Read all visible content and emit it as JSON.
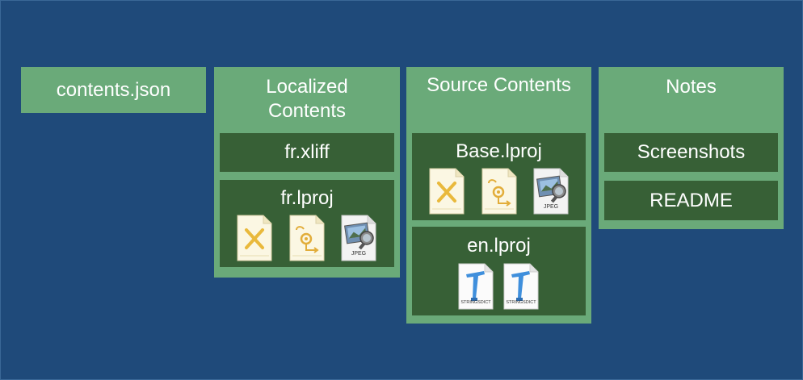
{
  "root_file": {
    "label": "contents.json"
  },
  "localized": {
    "title": "Localized Contents",
    "xliff": {
      "label": "fr.xliff"
    },
    "lproj": {
      "label": "fr.lproj",
      "jpeg_label": "JPEG"
    }
  },
  "source": {
    "title": "Source Contents",
    "base": {
      "label": "Base.lproj",
      "jpeg_label": "JPEG"
    },
    "en": {
      "label": "en.lproj",
      "dict_label": "STRINGSDICT"
    }
  },
  "notes": {
    "title": "Notes",
    "screenshots": {
      "label": "Screenshots"
    },
    "readme": {
      "label": "README"
    }
  },
  "colors": {
    "background": "#1f4a7a",
    "box_light": "#6aaa79",
    "box_dark": "#376036"
  }
}
